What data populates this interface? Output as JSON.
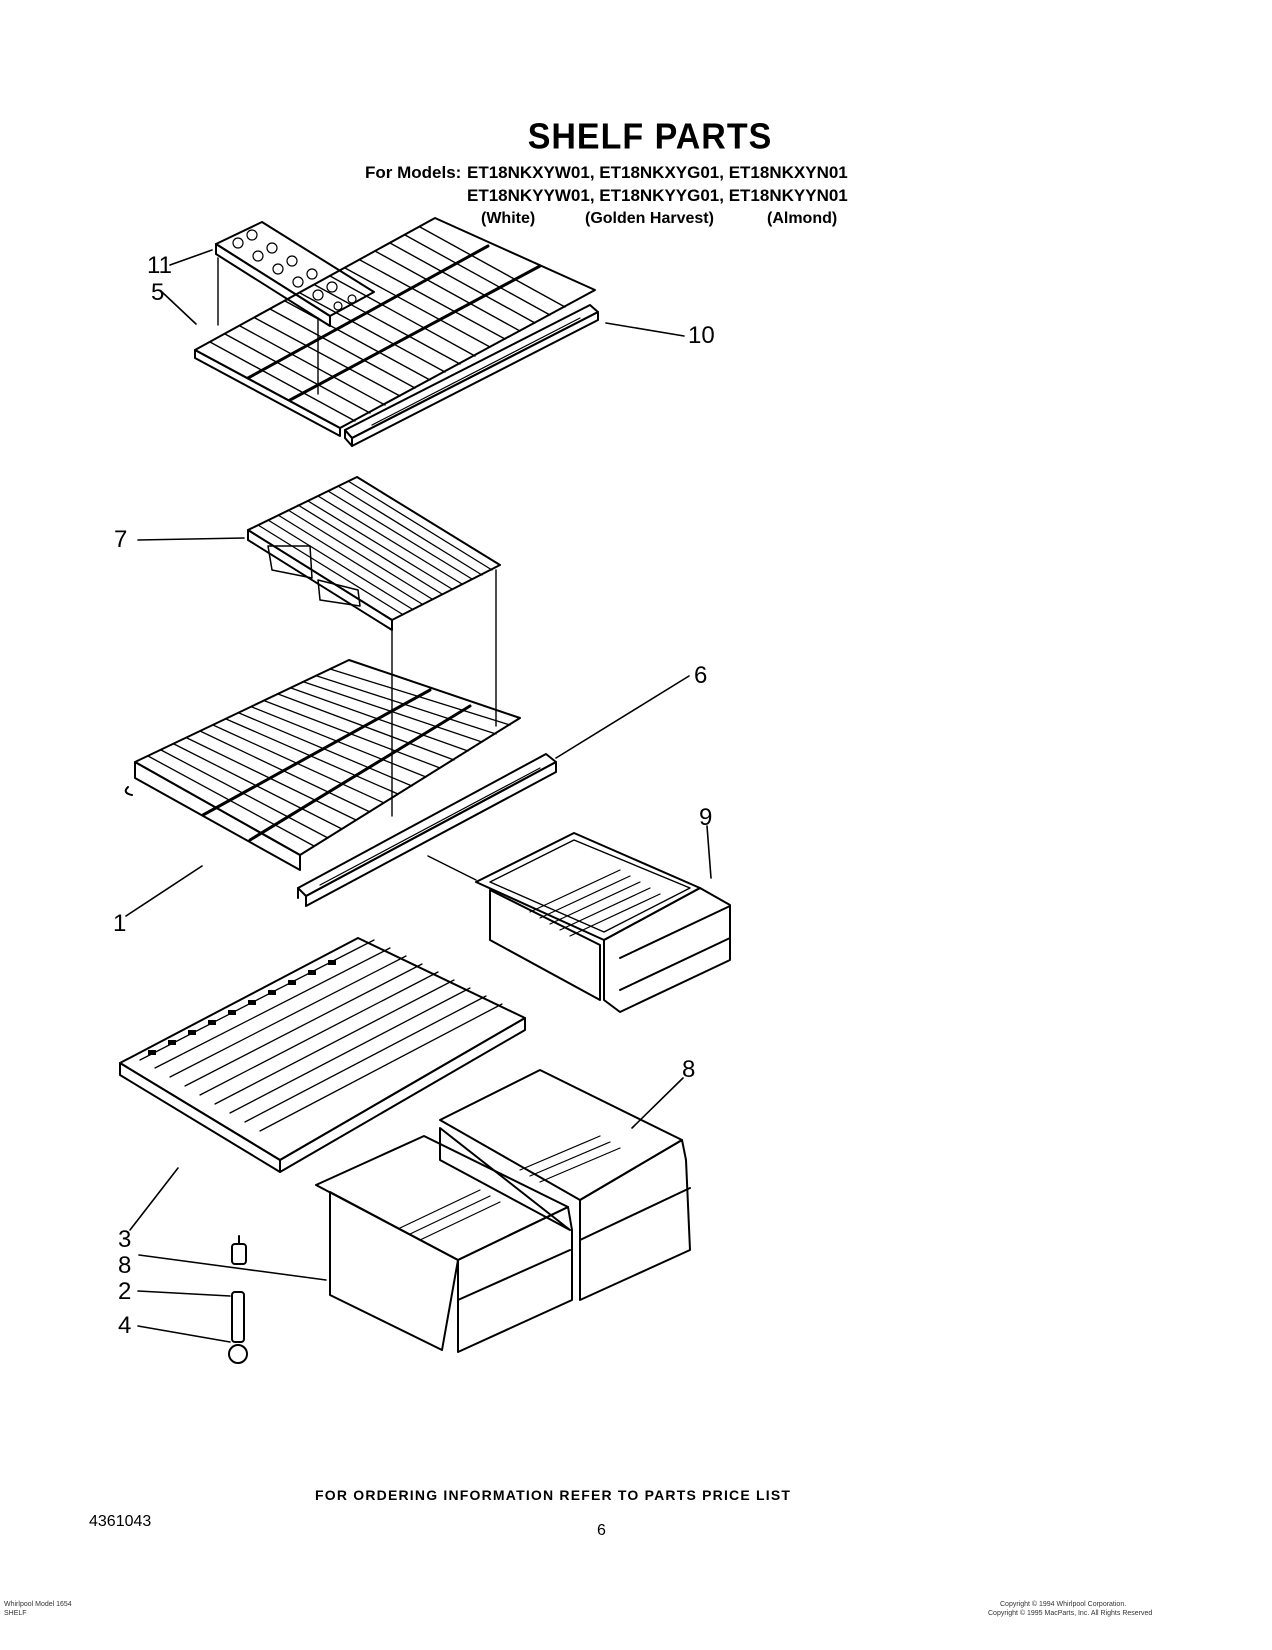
{
  "title": "SHELF PARTS",
  "models": {
    "prefix": "For Models:",
    "line1": "ET18NKXYW01, ET18NKXYG01, ET18NKXYN01",
    "line2": "ET18NKYYW01, ET18NKYYG01, ET18NKYYN01",
    "colors": [
      "(White)",
      "(Golden Harvest)",
      "(Almond)"
    ]
  },
  "callouts": [
    "11",
    "5",
    "10",
    "7",
    "6",
    "9",
    "1",
    "8",
    "3",
    "8",
    "2",
    "4"
  ],
  "footer": {
    "ordering_note": "FOR ORDERING INFORMATION REFER TO PARTS PRICE LIST",
    "doc_number": "4361043",
    "page_number": "6",
    "left_fineprint": [
      "Whirlpool Model 1654",
      "SHELF"
    ],
    "right_fineprint": [
      "Copyright © 1994 Whirlpool Corporation.",
      "Copyright © 1995 MacParts, Inc. All Rights Reserved"
    ]
  }
}
